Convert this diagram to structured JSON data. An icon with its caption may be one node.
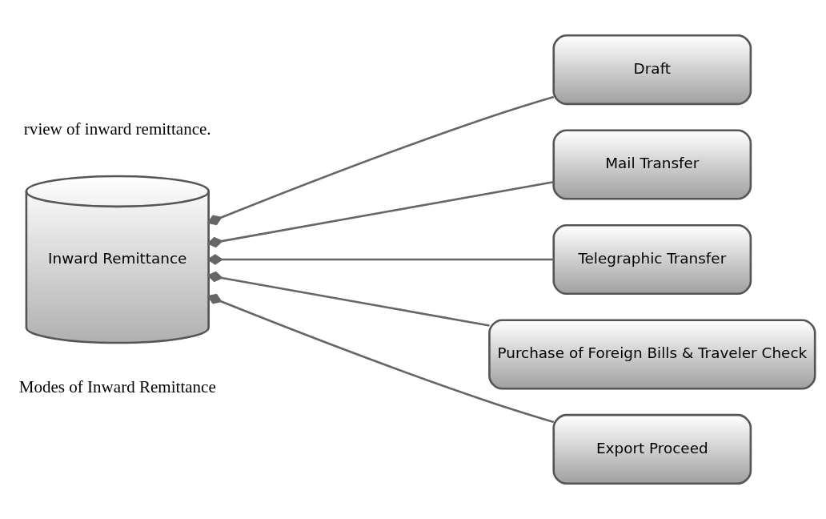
{
  "diagram": {
    "nodes": [
      {
        "text": [
          "Inward Remittance"
        ]
      },
      {
        "text": [
          "Draft"
        ]
      },
      {
        "text": [
          "Mail Transfer"
        ]
      },
      {
        "text": [
          "Telegraphic Transfer"
        ]
      },
      {
        "text": [
          "Purchase of Foreign Bills & Traveler Check"
        ]
      },
      {
        "text": [
          "Export Proceed"
        ]
      }
    ],
    "edges": [
      {
        "from": 0,
        "to": 1,
        "arrow": "other"
      },
      {
        "from": 0,
        "to": 2,
        "arrow": "other"
      },
      {
        "from": 0,
        "to": 3,
        "arrow": "other"
      },
      {
        "from": 0,
        "to": 4,
        "arrow": "other"
      },
      {
        "from": 0,
        "to": 5,
        "arrow": "other"
      }
    ],
    "labels": [
      "rview of inward remittance.",
      "Modes of Inward Remittance"
    ]
  }
}
